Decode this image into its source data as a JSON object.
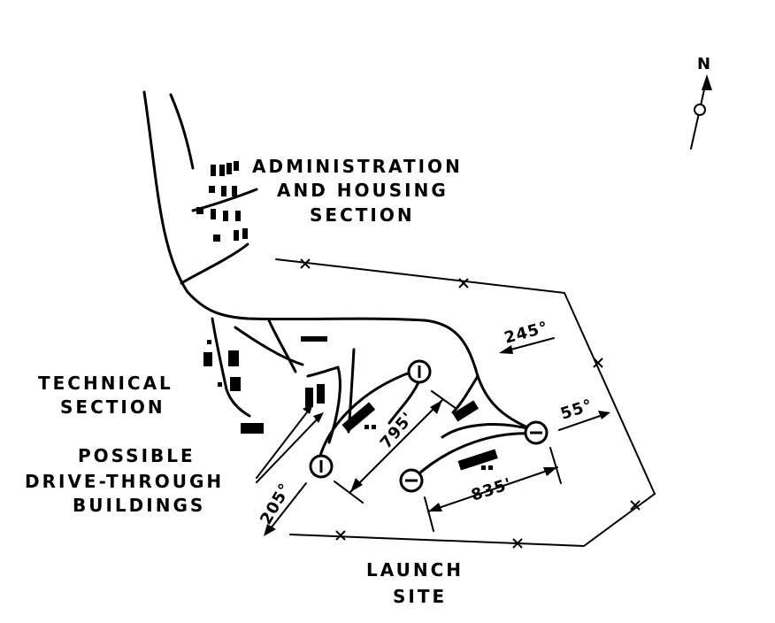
{
  "labels": {
    "admin_line1": "ADMINISTRATION",
    "admin_line2": "AND HOUSING",
    "admin_line3": "SECTION",
    "tech_line1": "TECHNICAL",
    "tech_line2": "SECTION",
    "drive_line1": "POSSIBLE",
    "drive_line2": "DRIVE-THROUGH",
    "drive_line3": "BUILDINGS",
    "launch_line1": "LAUNCH",
    "launch_line2": "SITE",
    "north": "N"
  },
  "dimensions": {
    "dist_1": "795'",
    "dist_2": "835'",
    "bearing_245": "245°",
    "bearing_55": "55°",
    "bearing_205": "205°"
  }
}
